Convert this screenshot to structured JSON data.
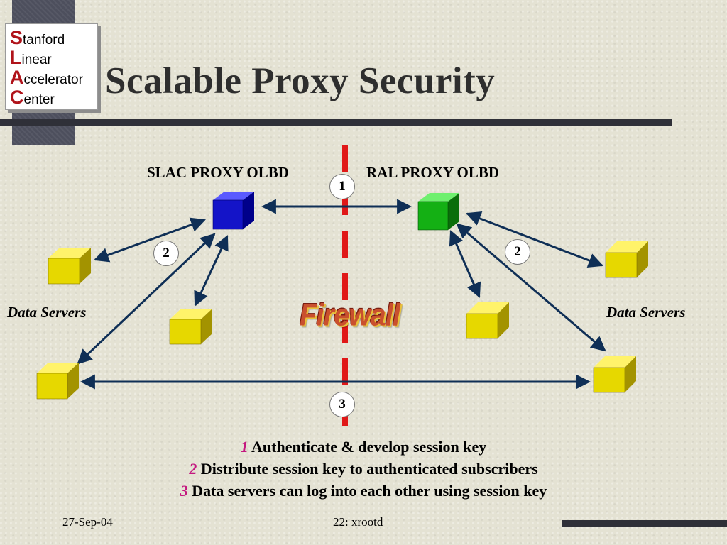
{
  "logo": {
    "lines": [
      {
        "cap": "S",
        "rest": "tanford"
      },
      {
        "cap": "L",
        "rest": "inear"
      },
      {
        "cap": "A",
        "rest": "ccelerator"
      },
      {
        "cap": "C",
        "rest": "enter"
      }
    ]
  },
  "title": "Scalable Proxy Security",
  "diagram": {
    "left_proxy_label": "SLAC PROXY OLBD",
    "right_proxy_label": "RAL PROXY OLBD",
    "left_servers_label": "Data Servers",
    "right_servers_label": "Data Servers",
    "firewall_label": "Firewall",
    "step_badges": [
      "1",
      "2",
      "2",
      "3"
    ],
    "colors": {
      "left_proxy": "#1414c8",
      "right_proxy": "#14b014",
      "server": "#e6d800",
      "arrow": "#0f2f56",
      "firewall_line": "#e01818"
    }
  },
  "legend": [
    {
      "num": "1",
      "text": "Authenticate & develop session key"
    },
    {
      "num": "2",
      "text": "Distribute session key to authenticated subscribers"
    },
    {
      "num": "3",
      "text": "Data servers can log into each other using session key"
    }
  ],
  "footer": {
    "date": "27-Sep-04",
    "slide": "22: xrootd"
  }
}
